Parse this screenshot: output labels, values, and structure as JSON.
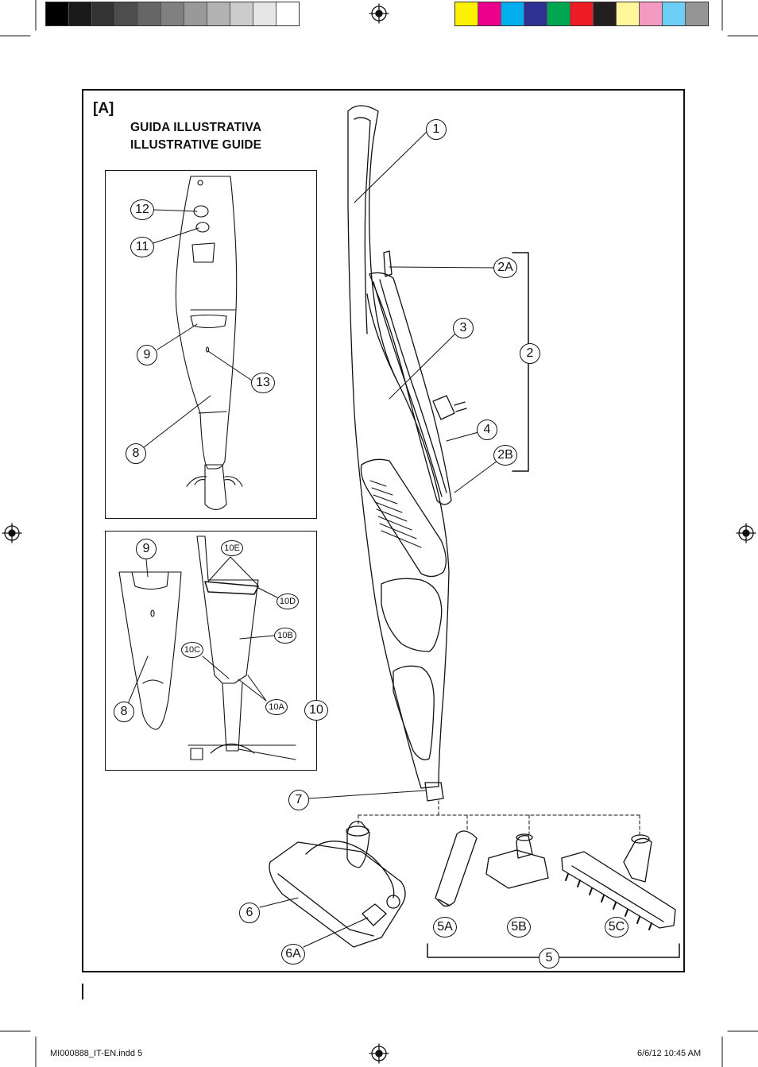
{
  "header": {
    "gray_swatches": [
      "#000000",
      "#1a1a1a",
      "#333333",
      "#4d4d4d",
      "#666666",
      "#808080",
      "#999999",
      "#b3b3b3",
      "#cccccc",
      "#e6e6e6",
      "#ffffff"
    ],
    "color_swatches": [
      "#fff200",
      "#ec008c",
      "#00aeef",
      "#2e3192",
      "#00a651",
      "#ed1c24",
      "#231f20",
      "#fff799",
      "#f49ac1",
      "#6dcff6",
      "#959595"
    ]
  },
  "figure": {
    "section_tag": "[A]",
    "title_it": "GUIDA ILLUSTRATIVA",
    "title_en": "ILLUSTRATIVE GUIDE"
  },
  "callouts": {
    "main": [
      "1",
      "2A",
      "3",
      "2",
      "4",
      "2B",
      "7",
      "6",
      "6A",
      "5A",
      "5B",
      "5C",
      "5"
    ],
    "inset_top": [
      "12",
      "11",
      "9",
      "13",
      "8"
    ],
    "inset_bottom": [
      "9",
      "10E",
      "10D",
      "10B",
      "10C",
      "8",
      "10A",
      "10"
    ]
  },
  "footer": {
    "file": "MI000888_IT-EN.indd   5",
    "date": "6/6/12   10:45 AM"
  },
  "icons": [
    "registration-mark-icon",
    "crop-mark-icon"
  ]
}
